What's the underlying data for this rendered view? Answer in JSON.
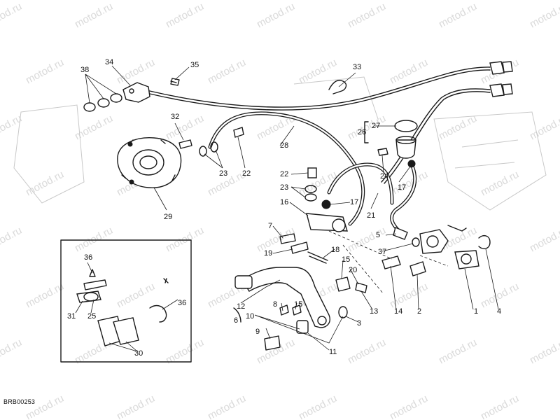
{
  "diagram": {
    "code": "BRB00253",
    "watermark": "motod.ru",
    "labels": [
      "1",
      "2",
      "3",
      "4",
      "5",
      "6",
      "7",
      "8",
      "9",
      "10",
      "11",
      "12",
      "13",
      "14",
      "15",
      "15",
      "16",
      "17",
      "17",
      "18",
      "19",
      "20",
      "21",
      "22",
      "22",
      "23",
      "23",
      "24",
      "25",
      "26",
      "27",
      "28",
      "29",
      "30",
      "31",
      "32",
      "33",
      "34",
      "35",
      "36",
      "36",
      "37",
      "38"
    ]
  }
}
